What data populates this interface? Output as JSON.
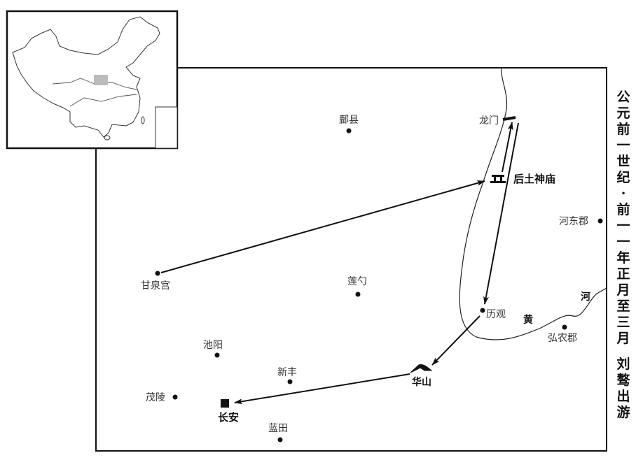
{
  "title": {
    "part1": "公元前一世纪·前一一年正月至三月",
    "part2": "刘骜出游"
  },
  "places": {
    "fuxian": "鄜县",
    "longmen": "龙门",
    "houtu_temple": "后土神庙",
    "hedong": "河东郡",
    "ganquan": "甘泉宫",
    "lianshao": "莲勺",
    "liguan": "历观",
    "hongnong": "弘农郡",
    "chiyang": "池阳",
    "xinfeng": "新丰",
    "huashan": "华山",
    "maoling": "茂陵",
    "changan": "长安",
    "lantian": "蓝田"
  },
  "river": {
    "char1": "黄",
    "char2": "河"
  },
  "route": [
    "甘泉宫",
    "后土神庙",
    "龙门",
    "历观",
    "华山",
    "长安"
  ],
  "colors": {
    "ink": "#111111",
    "highlight": "#bbbbbb"
  }
}
